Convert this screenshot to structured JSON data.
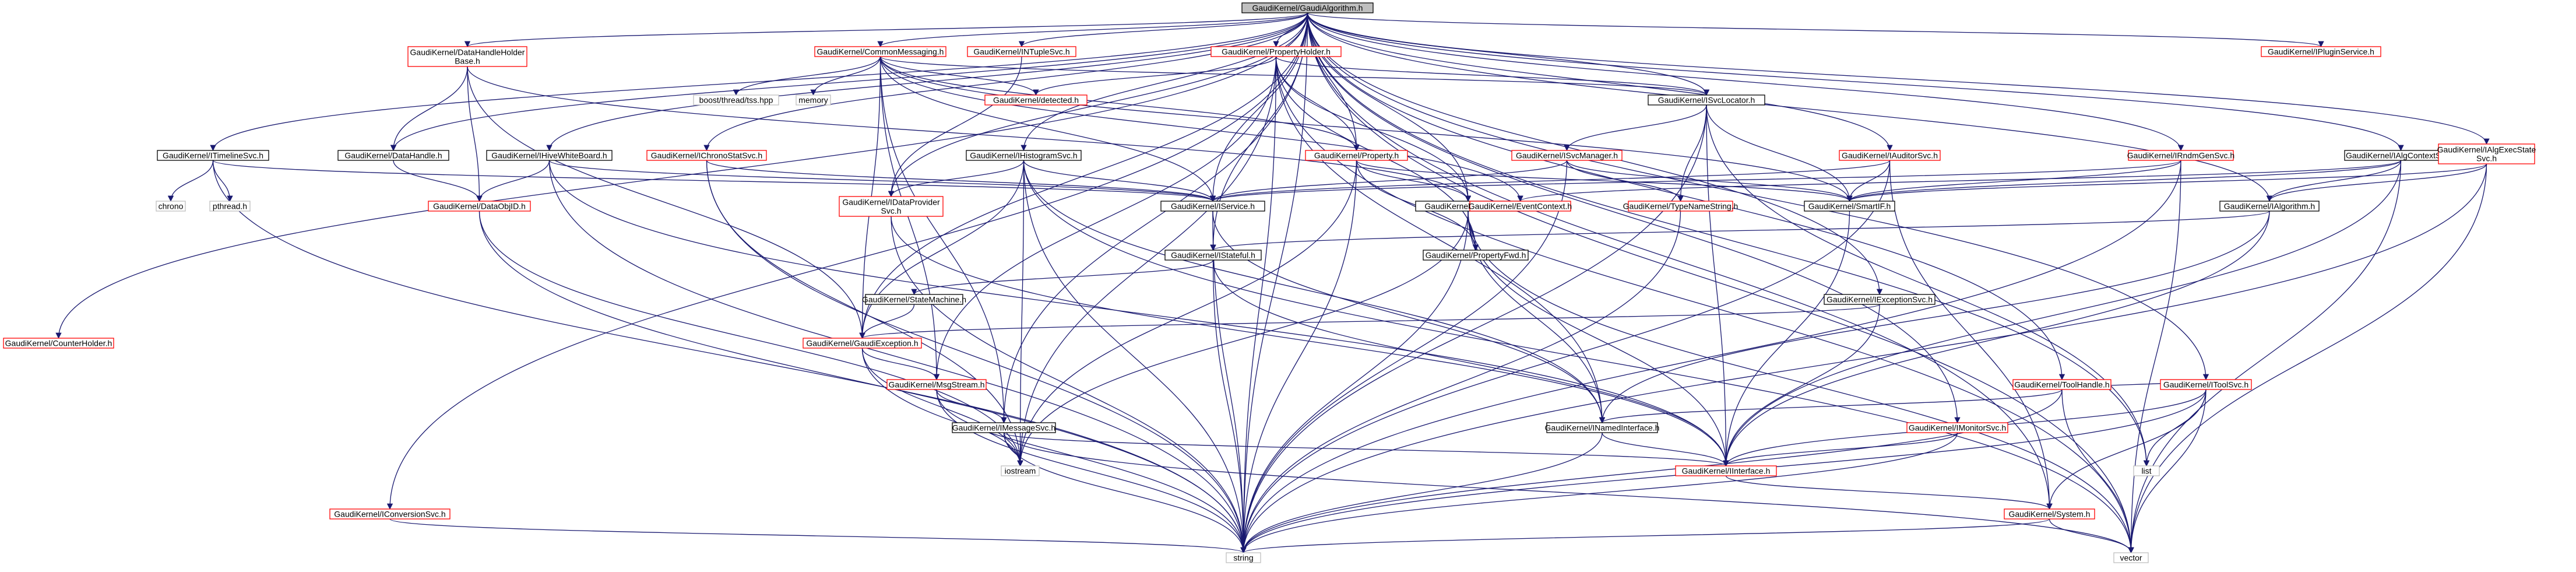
{
  "diagram": {
    "colors": {
      "edge": "#191970",
      "node_border_red": "#ff0000",
      "node_border_black": "#000000",
      "node_border_grey": "#bfbfbf",
      "root_fill": "#bfbfbf",
      "node_fill": "#ffffff",
      "text": "#000000"
    },
    "nodes": [
      {
        "id": "n0",
        "label": "GaudiKernel/GaudiAlgorithm.h",
        "style": "root"
      },
      {
        "id": "n1",
        "label": "GaudiKernel/CommonMessaging.h",
        "style": "red"
      },
      {
        "id": "n2",
        "label": "GaudiKernel/INTupleSvc.h",
        "style": "red"
      },
      {
        "id": "n3",
        "label": "GaudiKernel/PropertyHolder.h",
        "style": "red"
      },
      {
        "id": "n4",
        "label": "GaudiKernel/IPluginService.h",
        "style": "red"
      },
      {
        "id": "n5",
        "label": "GaudiKernel/DataHandleHolder",
        "label2": "Base.h",
        "style": "red"
      },
      {
        "id": "n6",
        "label": "GaudiKernel/ITimelineSvc.h",
        "style": "black"
      },
      {
        "id": "n7",
        "label": "GaudiKernel/DataHandle.h",
        "style": "black"
      },
      {
        "id": "n8",
        "label": "GaudiKernel/IHiveWhiteBoard.h",
        "style": "black"
      },
      {
        "id": "n9",
        "label": "GaudiKernel/IChronoStatSvc.h",
        "style": "red"
      },
      {
        "id": "n10",
        "label": "GaudiKernel/IHistogramSvc.h",
        "style": "black"
      },
      {
        "id": "n11",
        "label": "GaudiKernel/Property.h",
        "style": "red"
      },
      {
        "id": "n12",
        "label": "GaudiKernel/ISvcLocator.h",
        "style": "black"
      },
      {
        "id": "n13",
        "label": "GaudiKernel/ISvcManager.h",
        "style": "red"
      },
      {
        "id": "n14",
        "label": "GaudiKernel/IAuditorSvc.h",
        "style": "red"
      },
      {
        "id": "n15",
        "label": "GaudiKernel/IRndmGenSvc.h",
        "style": "red"
      },
      {
        "id": "n16",
        "label": "GaudiKernel/IAlgContextSvc.h",
        "style": "black"
      },
      {
        "id": "n17",
        "label": "GaudiKernel/IAlgExecState",
        "label2": "Svc.h",
        "style": "red"
      },
      {
        "id": "n18",
        "label": "boost/thread/tss.hpp",
        "style": "grey"
      },
      {
        "id": "n19",
        "label": "memory",
        "style": "grey"
      },
      {
        "id": "n20",
        "label": "GaudiKernel/detected.h",
        "style": "red"
      },
      {
        "id": "n21",
        "label": "chrono",
        "style": "grey"
      },
      {
        "id": "n22",
        "label": "pthread.h",
        "style": "grey"
      },
      {
        "id": "n23",
        "label": "GaudiKernel/DataObjID.h",
        "style": "red"
      },
      {
        "id": "n24",
        "label": "GaudiKernel/IDataProvider",
        "label2": "Svc.h",
        "style": "red"
      },
      {
        "id": "n25",
        "label": "GaudiKernel/IService.h",
        "style": "black"
      },
      {
        "id": "n26",
        "label": "GaudiKernel/IProperty.h",
        "style": "black"
      },
      {
        "id": "n27",
        "label": "GaudiKernel/EventContext.h",
        "style": "red"
      },
      {
        "id": "n28",
        "label": "GaudiKernel/TypeNameString.h",
        "style": "red"
      },
      {
        "id": "n29",
        "label": "GaudiKernel/SmartIF.h",
        "style": "black"
      },
      {
        "id": "n30",
        "label": "GaudiKernel/IAlgorithm.h",
        "style": "black"
      },
      {
        "id": "n31",
        "label": "GaudiKernel/IStateful.h",
        "style": "black"
      },
      {
        "id": "n32",
        "label": "GaudiKernel/PropertyFwd.h",
        "style": "black"
      },
      {
        "id": "n33",
        "label": "GaudiKernel/StateMachine.h",
        "style": "black"
      },
      {
        "id": "n34",
        "label": "GaudiKernel/IExceptionSvc.h",
        "style": "black"
      },
      {
        "id": "n35",
        "label": "GaudiKernel/CounterHolder.h",
        "style": "red"
      },
      {
        "id": "n36",
        "label": "GaudiKernel/GaudiException.h",
        "style": "red"
      },
      {
        "id": "n37",
        "label": "GaudiKernel/ToolHandle.h",
        "style": "red"
      },
      {
        "id": "n38",
        "label": "GaudiKernel/MsgStream.h",
        "style": "red"
      },
      {
        "id": "n39",
        "label": "GaudiKernel/IToolSvc.h",
        "style": "red"
      },
      {
        "id": "n40",
        "label": "GaudiKernel/IMessageSvc.h",
        "style": "black"
      },
      {
        "id": "n41",
        "label": "GaudiKernel/INamedInterface.h",
        "style": "black"
      },
      {
        "id": "n42",
        "label": "GaudiKernel/IMonitorSvc.h",
        "style": "red"
      },
      {
        "id": "n43",
        "label": "iostream",
        "style": "grey"
      },
      {
        "id": "n44",
        "label": "GaudiKernel/IInterface.h",
        "style": "red"
      },
      {
        "id": "n45",
        "label": "list",
        "style": "grey"
      },
      {
        "id": "n46",
        "label": "GaudiKernel/IConversionSvc.h",
        "style": "red"
      },
      {
        "id": "n47",
        "label": "GaudiKernel/System.h",
        "style": "red"
      },
      {
        "id": "n48",
        "label": "string",
        "style": "grey"
      },
      {
        "id": "n49",
        "label": "vector",
        "style": "grey"
      }
    ]
  }
}
